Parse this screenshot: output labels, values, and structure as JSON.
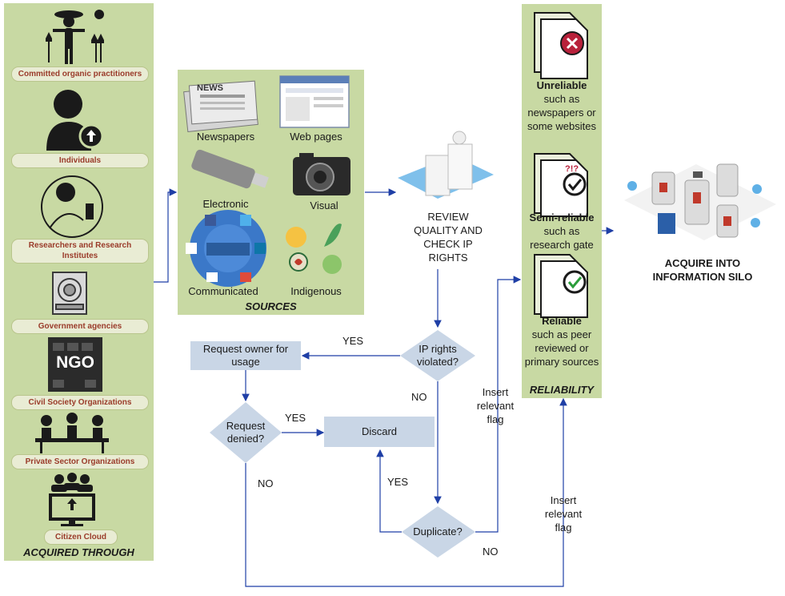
{
  "acquired": {
    "channels": [
      "Committed organic practitioners",
      "Individuals",
      "Researchers and Research Institutes",
      "Government agencies",
      "Civil Society Organizations",
      "Private Sector Organizations",
      "Citizen Cloud"
    ],
    "ngo_logo": "NGO",
    "title": "ACQUIRED THROUGH"
  },
  "sources": {
    "newspapers": "Newspapers",
    "newspaper_mast": "NEWS",
    "web": "Web pages",
    "electronic": "Electronic",
    "visual": "Visual",
    "communicated": "Communicated",
    "indigenous": "Indigenous",
    "title": "SOURCES"
  },
  "review": "REVIEW QUALITY AND CHECK IP RIGHTS",
  "flow": {
    "ip_question": "IP rights violated?",
    "request_owner": "Request owner for usage",
    "request_denied": "Request denied?",
    "discard": "Discard",
    "duplicate": "Duplicate?",
    "yes": "YES",
    "no": "NO",
    "insert_flag": "Insert relevant flag"
  },
  "reliability": {
    "unreliable_title": "Unreliable",
    "unreliable_desc": "such as newspapers or some websites",
    "semi_title": "Semi-reliable",
    "semi_desc": "such as research gate",
    "reliable_title": "Reliable",
    "reliable_desc": "such as peer reviewed or primary sources",
    "title": "RELIABILITY"
  },
  "silo": "ACQUIRE INTO INFORMATION SILO",
  "colors": {
    "panel": "#c8d9a3",
    "box": "#c9d6e6",
    "arrow": "#1f3fa6",
    "pill_text": "#9a3b2a"
  }
}
